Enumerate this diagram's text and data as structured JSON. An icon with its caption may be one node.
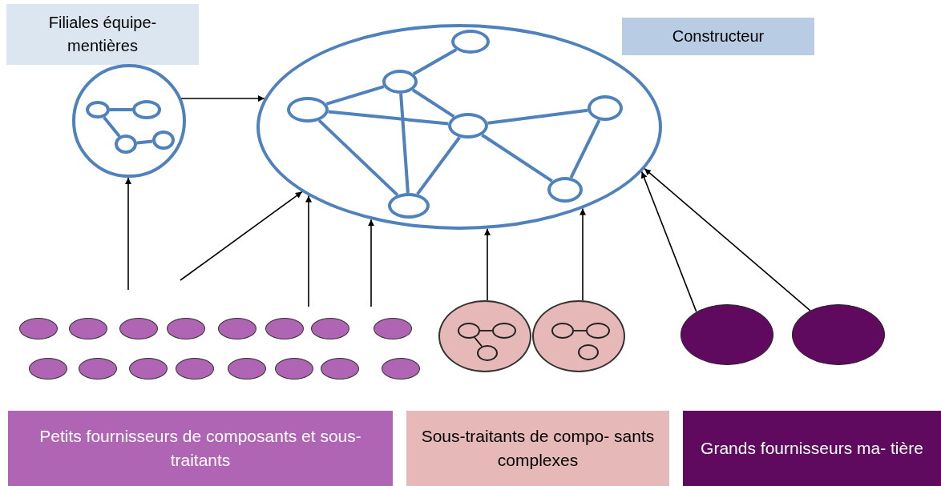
{
  "diagram": {
    "nodes": [
      {
        "text": [
          "Filiales équipe- mentières"
        ]
      },
      {
        "text": [
          "Constructeur"
        ]
      },
      {
        "text": [],
        "shape": "circle"
      },
      {
        "text": [],
        "shape": "ellipse",
        "in": 2
      },
      {
        "text": [],
        "shape": "ellipse",
        "in": 2
      },
      {
        "text": [],
        "shape": "ellipse",
        "in": 2
      },
      {
        "text": [],
        "shape": "ellipse",
        "in": 2
      },
      {
        "text": [],
        "shape": "ellipse"
      },
      {
        "text": [],
        "shape": "ellipse",
        "in": 7
      },
      {
        "text": [],
        "shape": "ellipse",
        "in": 7
      },
      {
        "text": [],
        "shape": "ellipse",
        "in": 7
      },
      {
        "text": [],
        "shape": "ellipse",
        "in": 7
      },
      {
        "text": [],
        "shape": "ellipse",
        "in": 7
      },
      {
        "text": [],
        "shape": "ellipse",
        "in": 7
      },
      {
        "text": [],
        "shape": "ellipse",
        "in": 7
      },
      {
        "text": [],
        "shape": "ellipse"
      },
      {
        "text": [],
        "shape": "ellipse"
      },
      {
        "text": [],
        "shape": "ellipse"
      },
      {
        "text": [],
        "shape": "ellipse"
      },
      {
        "text": [],
        "shape": "ellipse"
      },
      {
        "text": [],
        "shape": "ellipse"
      },
      {
        "text": [],
        "shape": "ellipse"
      },
      {
        "text": [],
        "shape": "ellipse"
      },
      {
        "text": [],
        "shape": "ellipse"
      },
      {
        "text": [],
        "shape": "ellipse"
      },
      {
        "text": [],
        "shape": "ellipse"
      },
      {
        "text": [],
        "shape": "ellipse"
      },
      {
        "text": [],
        "shape": "ellipse"
      },
      {
        "text": [],
        "shape": "ellipse"
      },
      {
        "text": [],
        "shape": "ellipse"
      },
      {
        "text": [],
        "shape": "ellipse"
      },
      {
        "text": [],
        "shape": "ellipse"
      },
      {
        "text": [],
        "shape": "ellipse",
        "in": 31
      },
      {
        "text": [],
        "shape": "ellipse",
        "in": 31
      },
      {
        "text": [],
        "shape": "ellipse",
        "in": 31
      },
      {
        "text": [],
        "shape": "ellipse"
      },
      {
        "text": [],
        "shape": "ellipse",
        "in": 35
      },
      {
        "text": [],
        "shape": "ellipse",
        "in": 35
      },
      {
        "text": [],
        "shape": "ellipse",
        "in": 35
      },
      {
        "text": [],
        "shape": "ellipse"
      },
      {
        "text": [],
        "shape": "ellipse"
      },
      {
        "text": [
          "Petits fournisseurs de composants et sous-traitants"
        ]
      },
      {
        "text": [
          "Sous-traitants de compo- sants complexes"
        ]
      },
      {
        "text": [
          "Grands fournisseurs ma- tière"
        ]
      }
    ],
    "edges": [
      {
        "from": 3,
        "to": 4,
        "arrow": "none"
      },
      {
        "from": 3,
        "to": 5,
        "arrow": "none"
      },
      {
        "from": 5,
        "to": 6,
        "arrow": "none"
      },
      {
        "from": 8,
        "to": 9,
        "arrow": "none"
      },
      {
        "from": 9,
        "to": 10,
        "arrow": "none"
      },
      {
        "from": 9,
        "to": 11,
        "arrow": "none"
      },
      {
        "from": 9,
        "to": 13,
        "arrow": "none"
      },
      {
        "from": 10,
        "to": 11,
        "arrow": "none"
      },
      {
        "from": 10,
        "to": 13,
        "arrow": "none"
      },
      {
        "from": 11,
        "to": 13,
        "arrow": "none"
      },
      {
        "from": 11,
        "to": 12,
        "arrow": "none"
      },
      {
        "from": 11,
        "to": 14,
        "arrow": "none"
      },
      {
        "from": 12,
        "to": 14,
        "arrow": "none"
      },
      {
        "from": 32,
        "to": 33,
        "arrow": "none",
        "color": "#000000"
      },
      {
        "from": 32,
        "to": 34,
        "arrow": "none",
        "color": "#000000"
      },
      {
        "from": 36,
        "to": 37,
        "arrow": "none",
        "color": "#000000"
      },
      {
        "from": 2,
        "to": 7,
        "arrow": "to",
        "color": "#000000"
      },
      {
        "from": null,
        "to": 2,
        "arrow": "to",
        "color": "#000000"
      },
      {
        "from": null,
        "to": 7,
        "arrow": "to",
        "color": "#000000"
      },
      {
        "from": null,
        "to": 7,
        "arrow": "to",
        "color": "#000000"
      },
      {
        "from": null,
        "to": 7,
        "arrow": "to",
        "color": "#000000"
      },
      {
        "from": 31,
        "to": 7,
        "arrow": "to",
        "color": "#000000"
      },
      {
        "from": 35,
        "to": 7,
        "arrow": "to",
        "color": "#000000"
      },
      {
        "from": 39,
        "to": 7,
        "arrow": "to",
        "color": "#000000"
      },
      {
        "from": 40,
        "to": 7,
        "arrow": "to",
        "color": "#000000"
      }
    ]
  }
}
